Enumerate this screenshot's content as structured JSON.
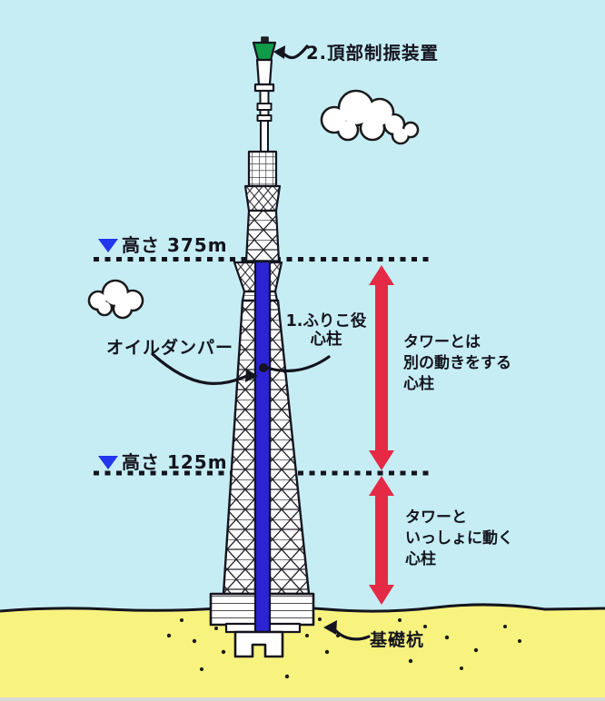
{
  "title": "Tokyo Skytree vibration-control (shinbashira) diagram",
  "colors": {
    "sky": "#C6EDF4",
    "ground": "#F8F37E",
    "red_arrow": "#E52A45",
    "core_blue": "#2B24D4",
    "device_green": "#119B49",
    "marker_blue": "#2236EE",
    "outline": "#14141E"
  },
  "labels": {
    "top_device": "2.頂部制振装置",
    "height_upper": "高さ 375m",
    "height_lower": "高さ 125m",
    "pendulum": {
      "line1": "1.ふりこ役",
      "line2": "心柱"
    },
    "oil_damper": "オイルダンパー",
    "upper_core": {
      "line1": "タワーとは",
      "line2": "別の動きをする",
      "line3": "心柱"
    },
    "lower_core": {
      "line1": "タワーと",
      "line2": "いっしょに動く",
      "line3": "心柱"
    },
    "foundation_pile": "基礎杭"
  },
  "measurements": {
    "upper_height_m": 375,
    "lower_height_m": 125
  }
}
